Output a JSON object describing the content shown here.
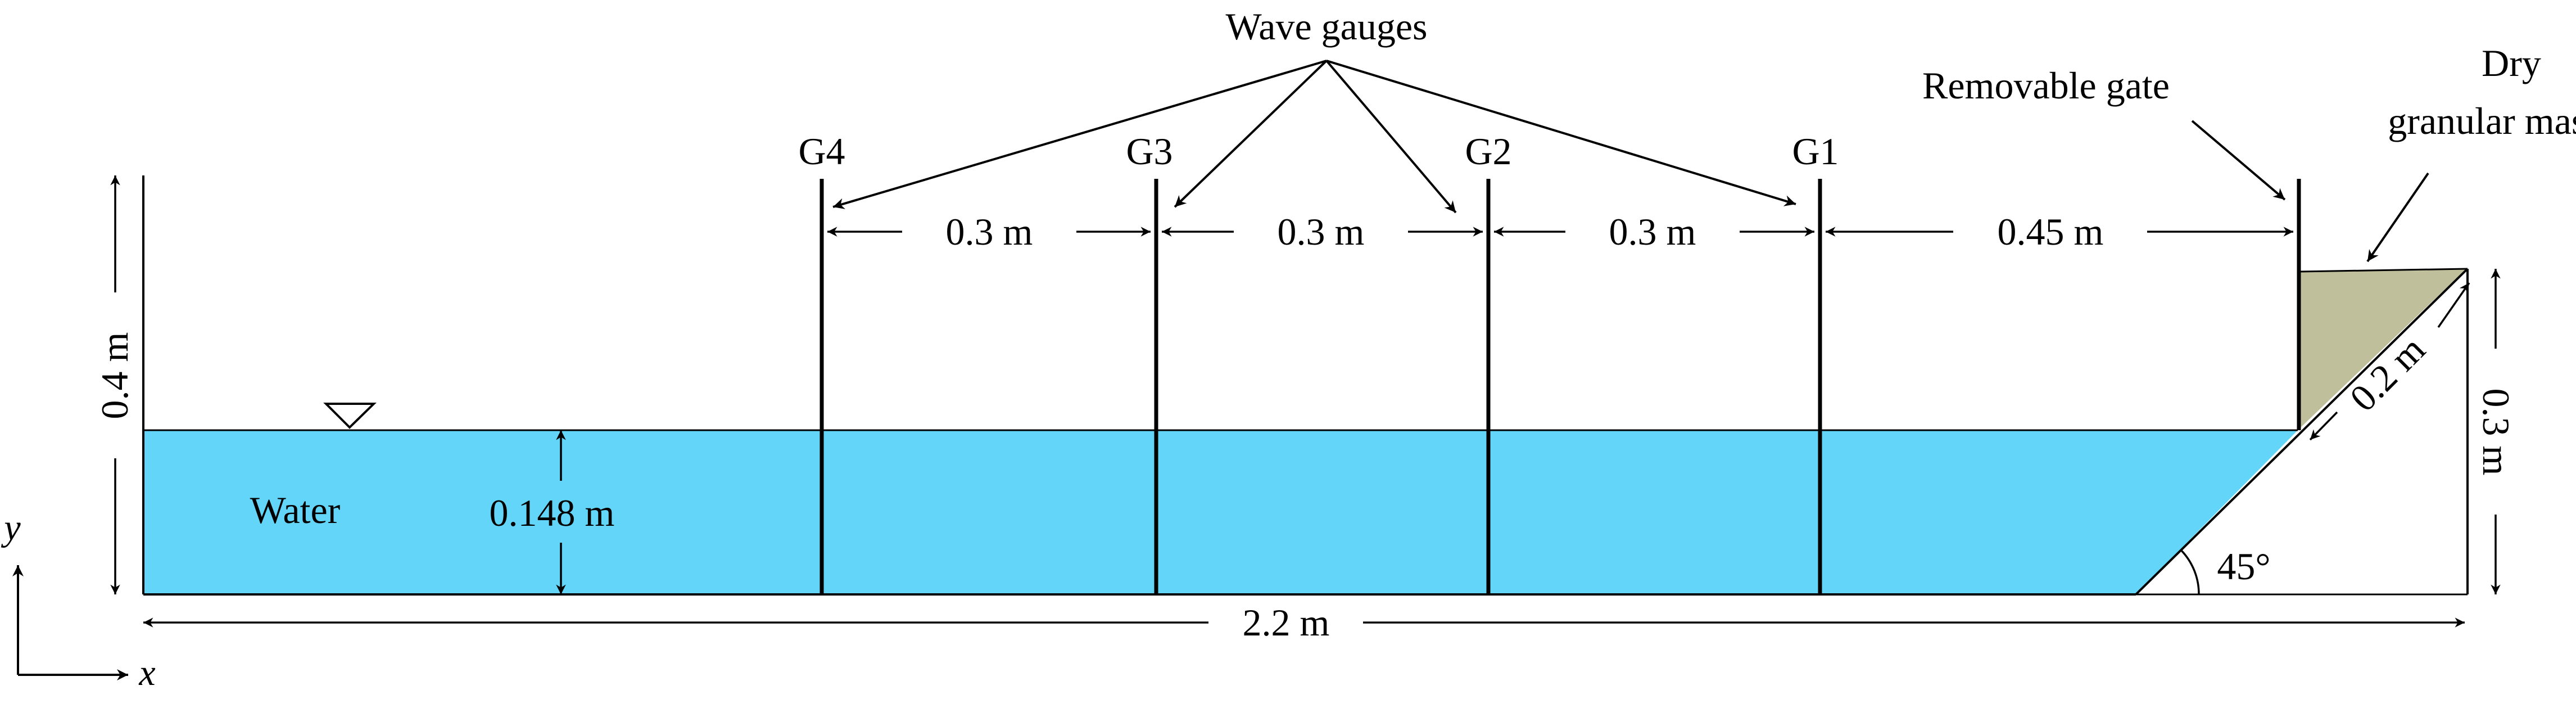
{
  "labels": {
    "wave_gauges": "Wave gauges",
    "removable_gate": "Removable gate",
    "dry_line1": "Dry",
    "dry_line2": "granular mass",
    "water": "Water",
    "water_depth": "0.148 m",
    "tank_height": "0.4 m",
    "slope_height": "0.3 m",
    "slope_length": "0.2 m",
    "angle": "45°",
    "tank_length": "2.2 m",
    "axis_y": "y",
    "axis_x": "x"
  },
  "gauges": [
    {
      "label": "G4"
    },
    {
      "label": "G3"
    },
    {
      "label": "G2"
    },
    {
      "label": "G1"
    }
  ],
  "spacings": [
    {
      "label": "0.3 m"
    },
    {
      "label": "0.3 m"
    },
    {
      "label": "0.3 m"
    },
    {
      "label": "0.45 m"
    }
  ],
  "colors": {
    "water": "#63d5f8",
    "granular": "#bfbf9b",
    "line": "#000000"
  }
}
